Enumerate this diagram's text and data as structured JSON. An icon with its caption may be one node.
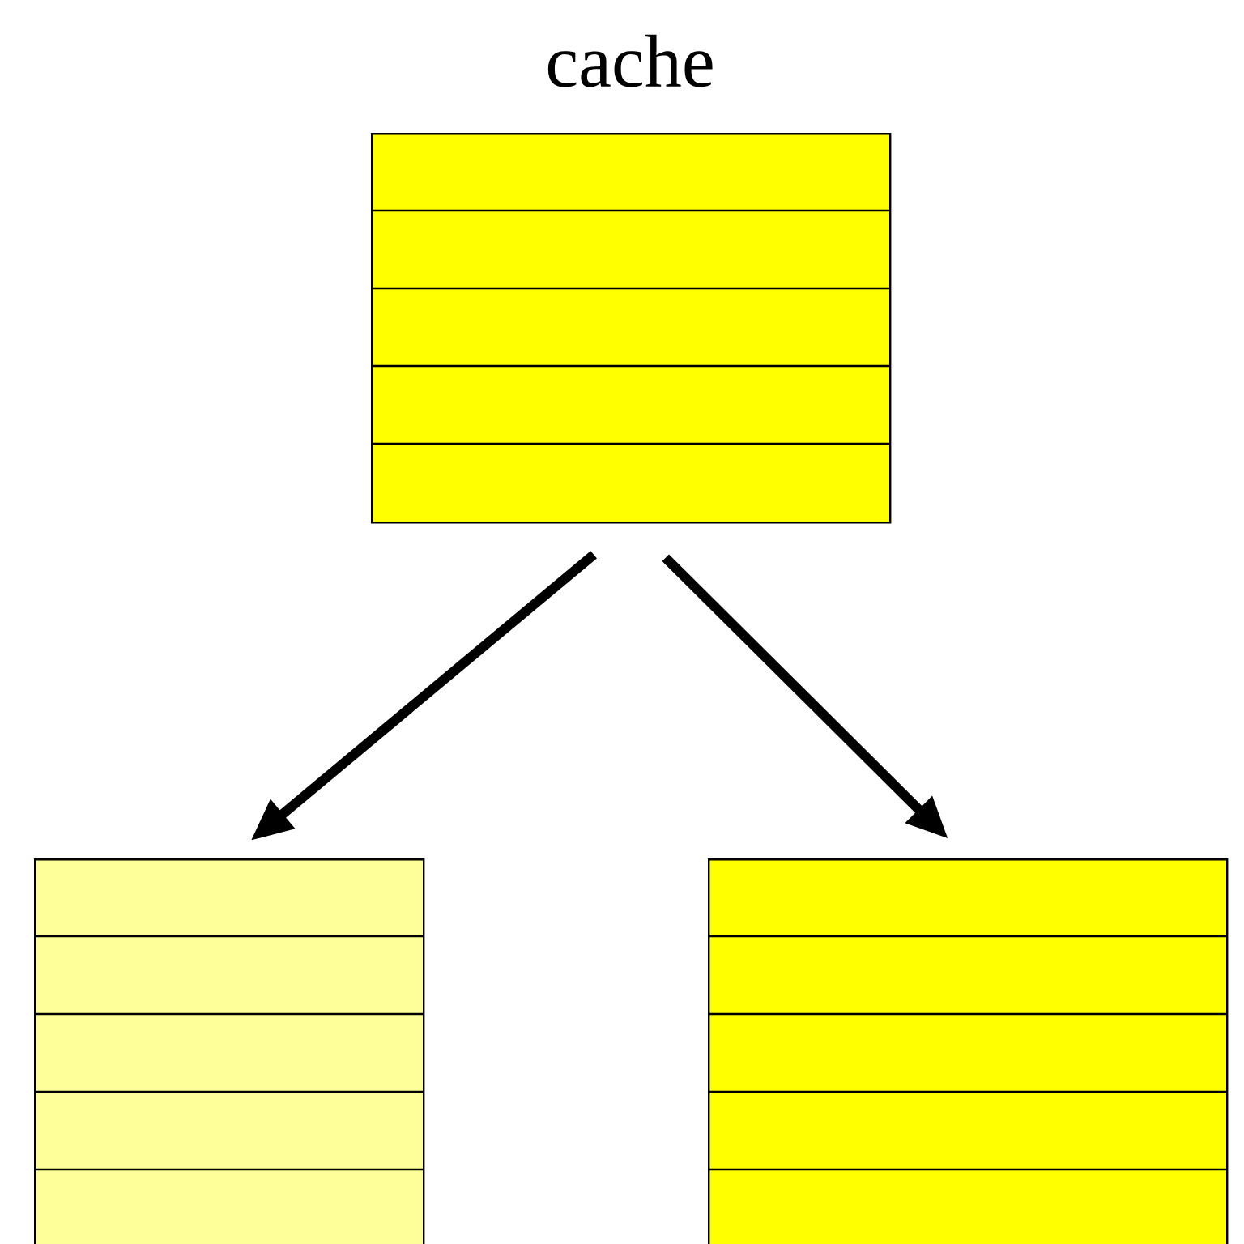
{
  "diagram": {
    "nodes": [
      {
        "text": [
          "cache"
        ]
      },
      {
        "text": [],
        "shape": "box"
      },
      {
        "text": [],
        "shape": "box"
      }
    ],
    "edges": [
      {
        "from": 0,
        "to": 1,
        "arrow": "to"
      },
      {
        "from": 0,
        "to": 2,
        "arrow": "to"
      }
    ]
  }
}
